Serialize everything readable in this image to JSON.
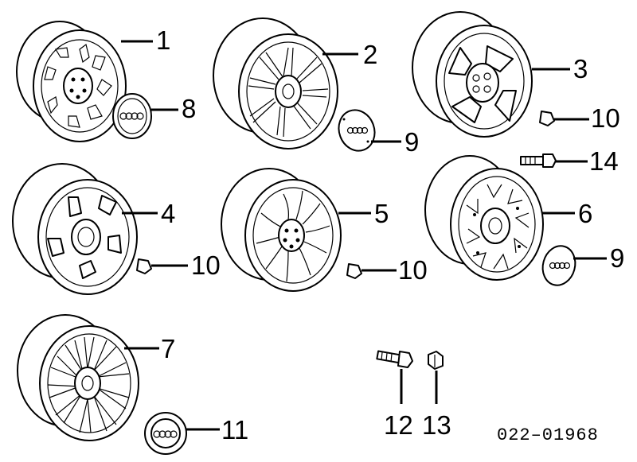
{
  "diagram": {
    "callouts": {
      "c1": "1",
      "c2": "2",
      "c3": "3",
      "c4": "4",
      "c5": "5",
      "c6": "6",
      "c7": "7",
      "c8": "8",
      "c9a": "9",
      "c9b": "9",
      "c10a": "10",
      "c10b": "10",
      "c10c": "10",
      "c11": "11",
      "c12": "12",
      "c13": "13",
      "c14": "14"
    },
    "diagram_code": "022–01968"
  }
}
